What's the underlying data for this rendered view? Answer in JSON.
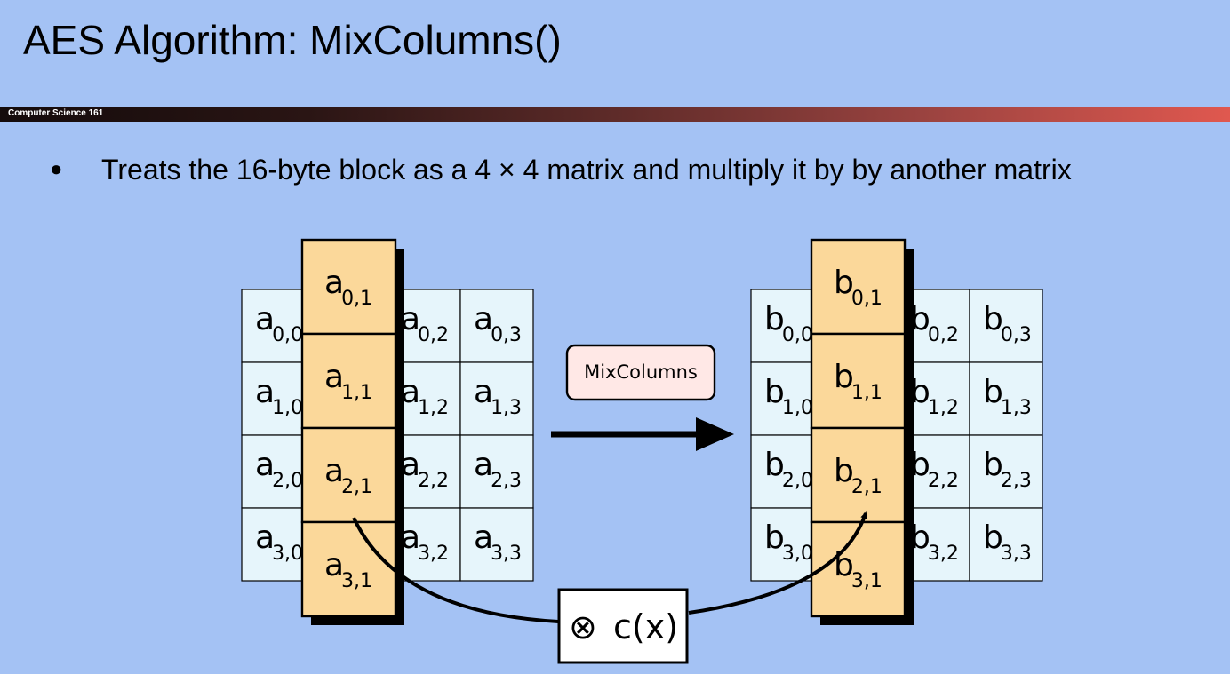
{
  "slide": {
    "title": "AES Algorithm: MixColumns()",
    "course_label": "Computer Science 161",
    "bullet": "Treats the 16-byte block as a 4 × 4 matrix and multiply it by by another matrix"
  },
  "diagram": {
    "input_matrix": {
      "letter": "a",
      "highlighted_column": 1,
      "rows": [
        [
          {
            "letter": "a",
            "sub": "0,0"
          },
          {
            "letter": "a",
            "sub": "0,1"
          },
          {
            "letter": "a",
            "sub": "0,2"
          },
          {
            "letter": "a",
            "sub": "0,3"
          }
        ],
        [
          {
            "letter": "a",
            "sub": "1,0"
          },
          {
            "letter": "a",
            "sub": "1,1"
          },
          {
            "letter": "a",
            "sub": "1,2"
          },
          {
            "letter": "a",
            "sub": "1,3"
          }
        ],
        [
          {
            "letter": "a",
            "sub": "2,0"
          },
          {
            "letter": "a",
            "sub": "2,1"
          },
          {
            "letter": "a",
            "sub": "2,2"
          },
          {
            "letter": "a",
            "sub": "2,3"
          }
        ],
        [
          {
            "letter": "a",
            "sub": "3,0"
          },
          {
            "letter": "a",
            "sub": "3,1"
          },
          {
            "letter": "a",
            "sub": "3,2"
          },
          {
            "letter": "a",
            "sub": "3,3"
          }
        ]
      ]
    },
    "output_matrix": {
      "letter": "b",
      "highlighted_column": 1,
      "rows": [
        [
          {
            "letter": "b",
            "sub": "0,0"
          },
          {
            "letter": "b",
            "sub": "0,1"
          },
          {
            "letter": "b",
            "sub": "0,2"
          },
          {
            "letter": "b",
            "sub": "0,3"
          }
        ],
        [
          {
            "letter": "b",
            "sub": "1,0"
          },
          {
            "letter": "b",
            "sub": "1,1"
          },
          {
            "letter": "b",
            "sub": "1,2"
          },
          {
            "letter": "b",
            "sub": "1,3"
          }
        ],
        [
          {
            "letter": "b",
            "sub": "2,0"
          },
          {
            "letter": "b",
            "sub": "2,1"
          },
          {
            "letter": "b",
            "sub": "2,2"
          },
          {
            "letter": "b",
            "sub": "2,3"
          }
        ],
        [
          {
            "letter": "b",
            "sub": "3,0"
          },
          {
            "letter": "b",
            "sub": "3,1"
          },
          {
            "letter": "b",
            "sub": "3,2"
          },
          {
            "letter": "b",
            "sub": "3,3"
          }
        ]
      ]
    },
    "operation_label": "MixColumns",
    "multiplier_symbol": "⊗",
    "multiplier_label": "c(x)",
    "colors": {
      "background": "#a4c2f4",
      "cell": "#e6f5fb",
      "highlight_column": "#fbd89a",
      "operation_label_bg": "#ffe8e6"
    }
  }
}
